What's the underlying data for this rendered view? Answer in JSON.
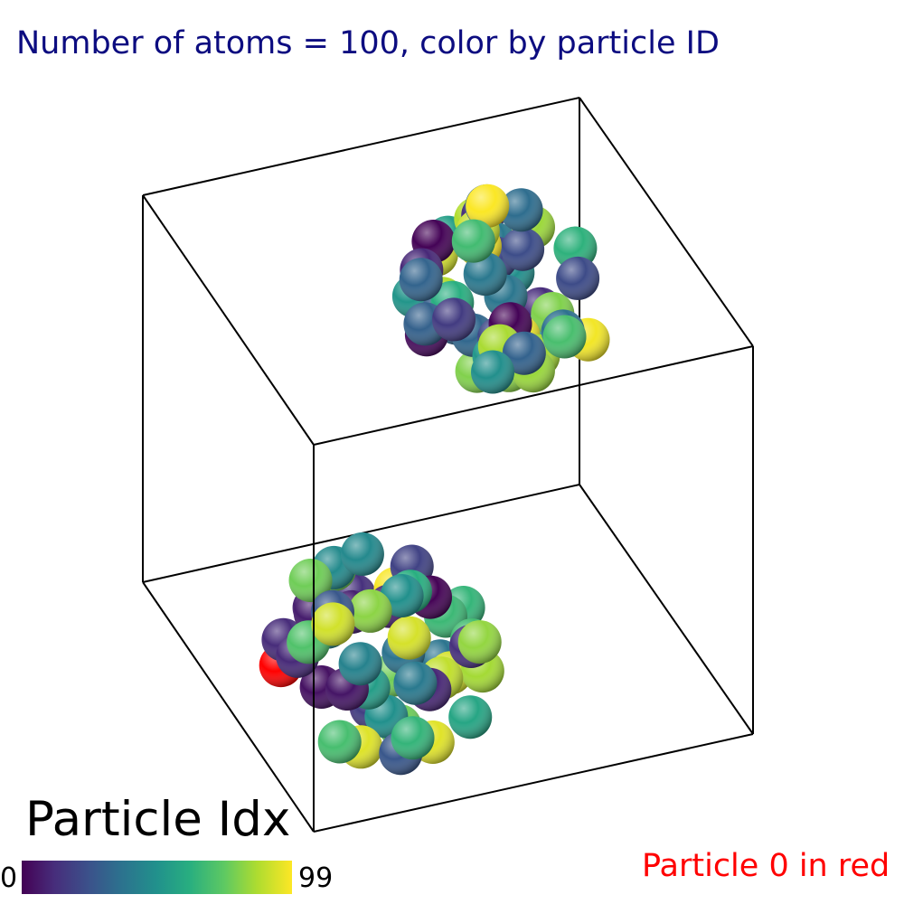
{
  "title": "Number of atoms = 100, color by particle ID",
  "legend": {
    "title": "Particle Idx",
    "min_label": "0",
    "max_label": "99",
    "colormap": [
      "#440154",
      "#472d7b",
      "#3b528b",
      "#2c728e",
      "#21918c",
      "#28ae80",
      "#5ec962",
      "#addc30",
      "#fde725"
    ]
  },
  "annotation": "Particle 0 in red",
  "highlight_color": "#ff0000",
  "box_color": "#000000",
  "title_color": "#0c0c80",
  "atom_count": 100
}
